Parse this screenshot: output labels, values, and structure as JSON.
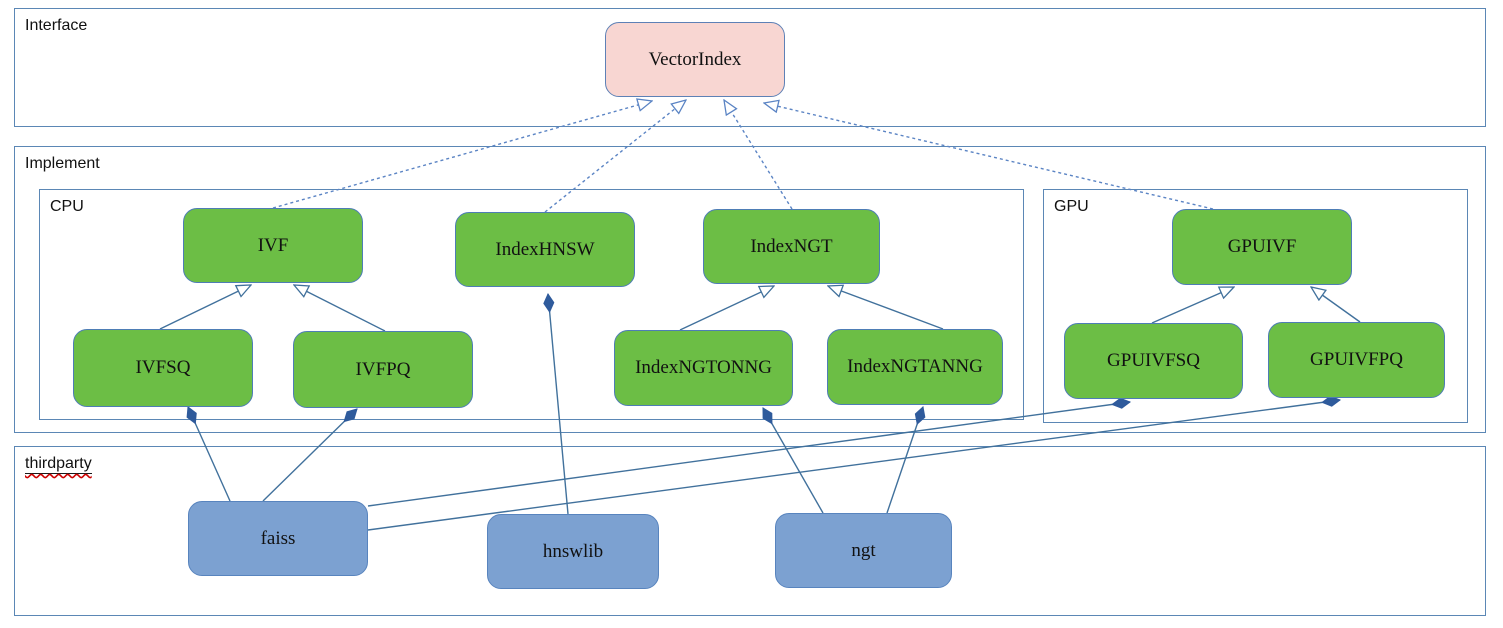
{
  "containers": {
    "interface": {
      "label": "Interface"
    },
    "implement": {
      "label": "Implement"
    },
    "cpu": {
      "label": "CPU"
    },
    "gpu": {
      "label": "GPU"
    },
    "thirdparty": {
      "label": "thirdparty"
    }
  },
  "nodes": {
    "vectorindex": {
      "label": "VectorIndex",
      "kind": "interface"
    },
    "ivf": {
      "label": "IVF",
      "kind": "cpu-index"
    },
    "indexhnsw": {
      "label": "IndexHNSW",
      "kind": "cpu-index"
    },
    "indexngt": {
      "label": "IndexNGT",
      "kind": "cpu-index"
    },
    "gpuivf": {
      "label": "GPUIVF",
      "kind": "gpu-index"
    },
    "ivfsq": {
      "label": "IVFSQ",
      "kind": "cpu-index"
    },
    "ivfpq": {
      "label": "IVFPQ",
      "kind": "cpu-index"
    },
    "indexngtonng": {
      "label": "IndexNGTONNG",
      "kind": "cpu-index"
    },
    "indexngtanng": {
      "label": "IndexNGTANNG",
      "kind": "cpu-index"
    },
    "gpuivfsq": {
      "label": "GPUIVFSQ",
      "kind": "gpu-index"
    },
    "gpuivfpq": {
      "label": "GPUIVFPQ",
      "kind": "gpu-index"
    },
    "faiss": {
      "label": "faiss",
      "kind": "thirdparty-lib"
    },
    "hnswlib": {
      "label": "hnswlib",
      "kind": "thirdparty-lib"
    },
    "ngt": {
      "label": "ngt",
      "kind": "thirdparty-lib"
    }
  },
  "edges": [
    {
      "from": "IVF",
      "to": "VectorIndex",
      "type": "realization-dashed-hollow-triangle"
    },
    {
      "from": "IndexHNSW",
      "to": "VectorIndex",
      "type": "realization-dashed-hollow-triangle"
    },
    {
      "from": "IndexNGT",
      "to": "VectorIndex",
      "type": "realization-dashed-hollow-triangle"
    },
    {
      "from": "GPUIVF",
      "to": "VectorIndex",
      "type": "realization-dashed-hollow-triangle"
    },
    {
      "from": "IVFSQ",
      "to": "IVF",
      "type": "generalization-hollow-triangle"
    },
    {
      "from": "IVFPQ",
      "to": "IVF",
      "type": "generalization-hollow-triangle"
    },
    {
      "from": "IndexNGTONNG",
      "to": "IndexNGT",
      "type": "generalization-hollow-triangle"
    },
    {
      "from": "IndexNGTANNG",
      "to": "IndexNGT",
      "type": "generalization-hollow-triangle"
    },
    {
      "from": "GPUIVFSQ",
      "to": "GPUIVF",
      "type": "generalization-hollow-triangle"
    },
    {
      "from": "GPUIVFPQ",
      "to": "GPUIVF",
      "type": "generalization-hollow-triangle"
    },
    {
      "from": "faiss",
      "to": "IVFSQ",
      "type": "composition-filled-diamond"
    },
    {
      "from": "faiss",
      "to": "IVFPQ",
      "type": "composition-filled-diamond"
    },
    {
      "from": "faiss",
      "to": "GPUIVFSQ",
      "type": "composition-filled-diamond"
    },
    {
      "from": "faiss",
      "to": "GPUIVFPQ",
      "type": "composition-filled-diamond"
    },
    {
      "from": "hnswlib",
      "to": "IndexHNSW",
      "type": "composition-filled-diamond"
    },
    {
      "from": "ngt",
      "to": "IndexNGTONNG",
      "type": "composition-filled-diamond"
    },
    {
      "from": "ngt",
      "to": "IndexNGTANNG",
      "type": "composition-filled-diamond"
    }
  ],
  "colors": {
    "node_green": "#6CBE45",
    "node_pink": "#F8D6D2",
    "node_blue": "#7CA1D1",
    "node_border": "#4E7DB5",
    "solid_line": "#41719C",
    "dashed_line": "#5B84C4",
    "diamond_fill": "#2F5B9C",
    "container_border": "#5B87B5",
    "spellcheck_squiggle": "#CC0000"
  }
}
